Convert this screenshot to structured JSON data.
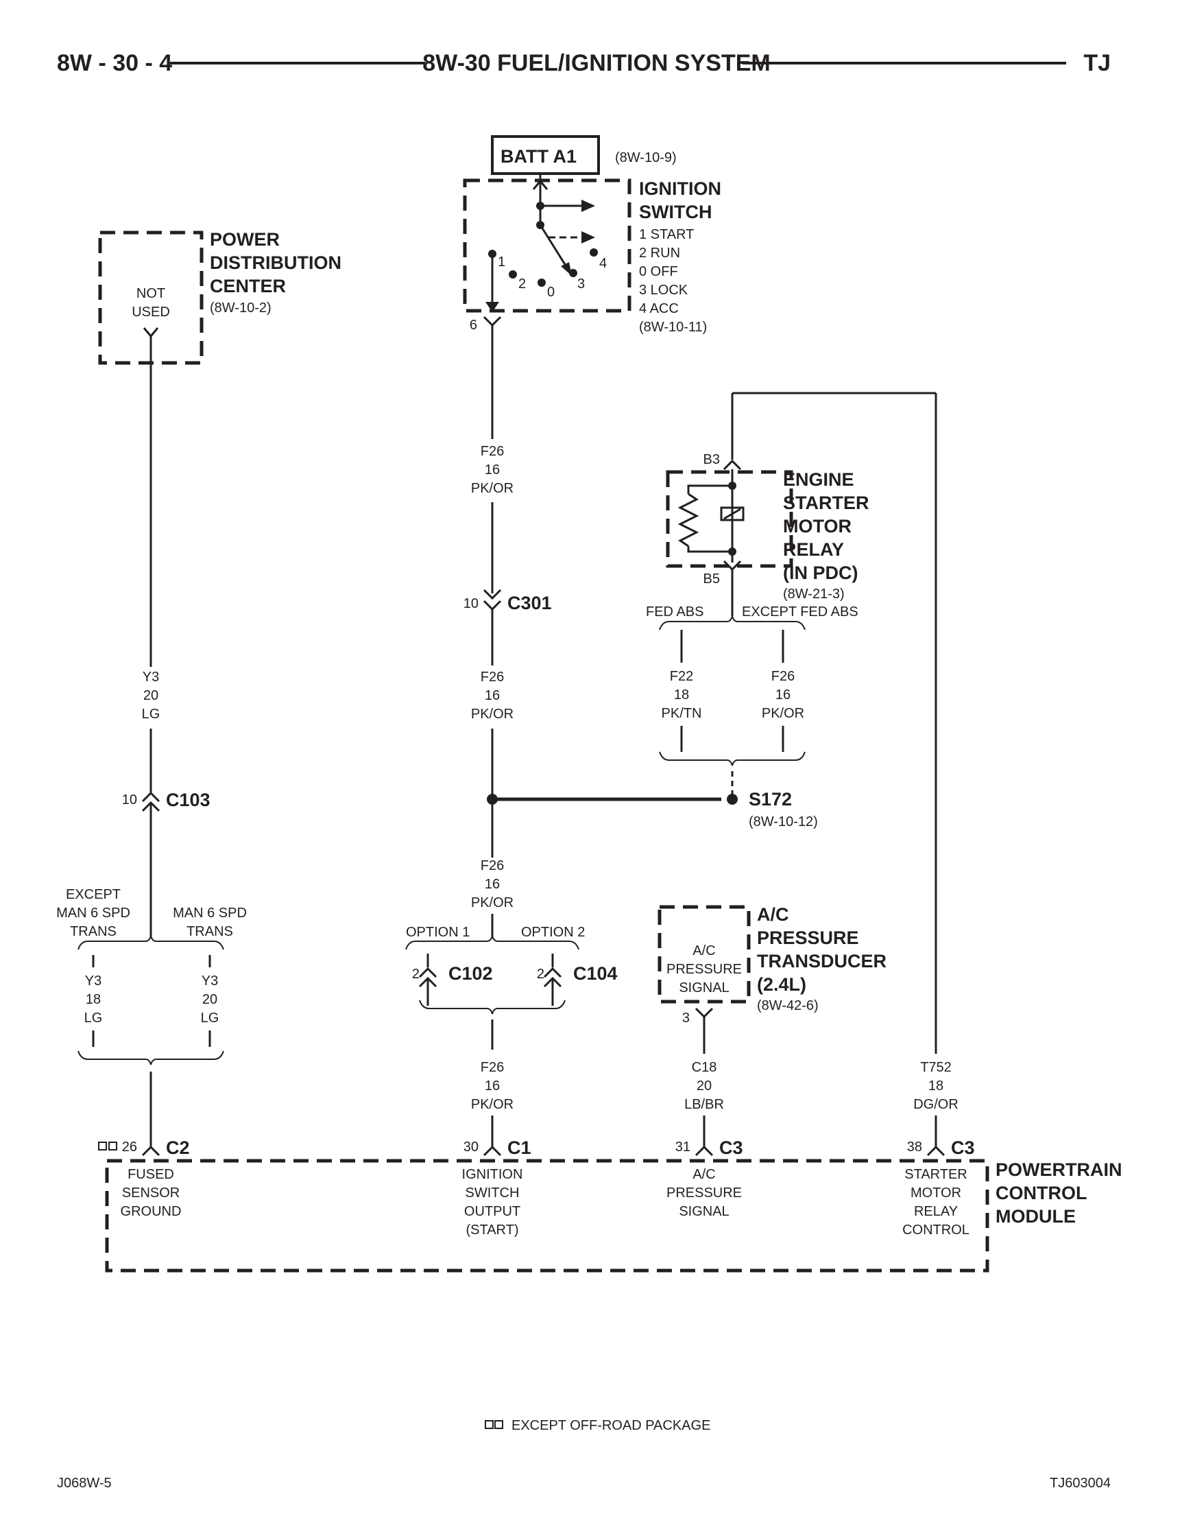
{
  "header": {
    "page_id": "8W - 30 - 4",
    "title": "8W-30 FUEL/IGNITION SYSTEM",
    "model": "TJ"
  },
  "ignition": {
    "batt": "BATT A1",
    "batt_ref": "(8W-10-9)",
    "name_l1": "IGNITION",
    "name_l2": "SWITCH",
    "pos1": "1 START",
    "pos2": "2 RUN",
    "pos0": "0 OFF",
    "pos3": "3 LOCK",
    "pos4": "4 ACC",
    "ref": "(8W-10-11)",
    "pin": "6",
    "c1": "1",
    "c2": "2",
    "c0": "0",
    "c3": "3",
    "c4": "4"
  },
  "pdc": {
    "l1": "POWER",
    "l2": "DISTRIBUTION",
    "l3": "CENTER",
    "ref": "(8W-10-2)",
    "note_l1": "NOT",
    "note_l2": "USED"
  },
  "relay": {
    "l1": "ENGINE",
    "l2": "STARTER",
    "l3": "MOTOR",
    "l4": "RELAY",
    "l5": "(IN PDC)",
    "ref": "(8W-21-3)",
    "pin_top": "B3",
    "pin_bot": "B5",
    "opt_left": "FED ABS",
    "opt_right": "EXCEPT FED ABS"
  },
  "wires": {
    "f26_a": [
      "F26",
      "16",
      "PK/OR"
    ],
    "f26_b": [
      "F26",
      "16",
      "PK/OR"
    ],
    "f26_c": [
      "F26",
      "16",
      "PK/OR"
    ],
    "f26_d": [
      "F26",
      "16",
      "PK/OR"
    ],
    "f22": [
      "F22",
      "18",
      "PK/TN"
    ],
    "f26_r": [
      "F26",
      "16",
      "PK/OR"
    ],
    "y3_main": [
      "Y3",
      "20",
      "LG"
    ],
    "y3_left": [
      "Y3",
      "18",
      "LG"
    ],
    "y3_right": [
      "Y3",
      "20",
      "LG"
    ],
    "c18": [
      "C18",
      "20",
      "LB/BR"
    ],
    "t752": [
      "T752",
      "18",
      "DG/OR"
    ]
  },
  "connectors": {
    "c301_pin": "10",
    "c301": "C301",
    "c103_pin": "10",
    "c103": "C103",
    "c102_pin": "2",
    "c102": "C102",
    "c104_pin": "2",
    "c104": "C104",
    "s172": "S172",
    "s172_ref": "(8W-10-12)"
  },
  "options": {
    "y3_left_l1": "EXCEPT",
    "y3_left_l2": "MAN 6 SPD",
    "y3_left_l3": "TRANS",
    "y3_right_l1": "MAN 6 SPD",
    "y3_right_l2": "TRANS",
    "opt1": "OPTION 1",
    "opt2": "OPTION 2"
  },
  "ac": {
    "l1": "A/C",
    "l2": "PRESSURE",
    "l3": "TRANSDUCER",
    "l4": "(2.4L)",
    "ref": "(8W-42-6)",
    "in1": "A/C",
    "in2": "PRESSURE",
    "in3": "SIGNAL",
    "pin": "3"
  },
  "pcm": {
    "l1": "POWERTRAIN",
    "l2": "CONTROL",
    "l3": "MODULE",
    "pins": [
      {
        "pin": "26",
        "conn": "C2",
        "lines": [
          "FUSED",
          "SENSOR",
          "GROUND"
        ]
      },
      {
        "pin": "30",
        "conn": "C1",
        "lines": [
          "IGNITION",
          "SWITCH",
          "OUTPUT",
          "(START)"
        ]
      },
      {
        "pin": "31",
        "conn": "C3",
        "lines": [
          "A/C",
          "PRESSURE",
          "SIGNAL"
        ]
      },
      {
        "pin": "38",
        "conn": "C3",
        "lines": [
          "STARTER",
          "MOTOR",
          "RELAY",
          "CONTROL"
        ]
      }
    ]
  },
  "footer": {
    "legend": "EXCEPT OFF-ROAD PACKAGE",
    "left_code": "J068W-5",
    "right_code": "TJ603004"
  }
}
